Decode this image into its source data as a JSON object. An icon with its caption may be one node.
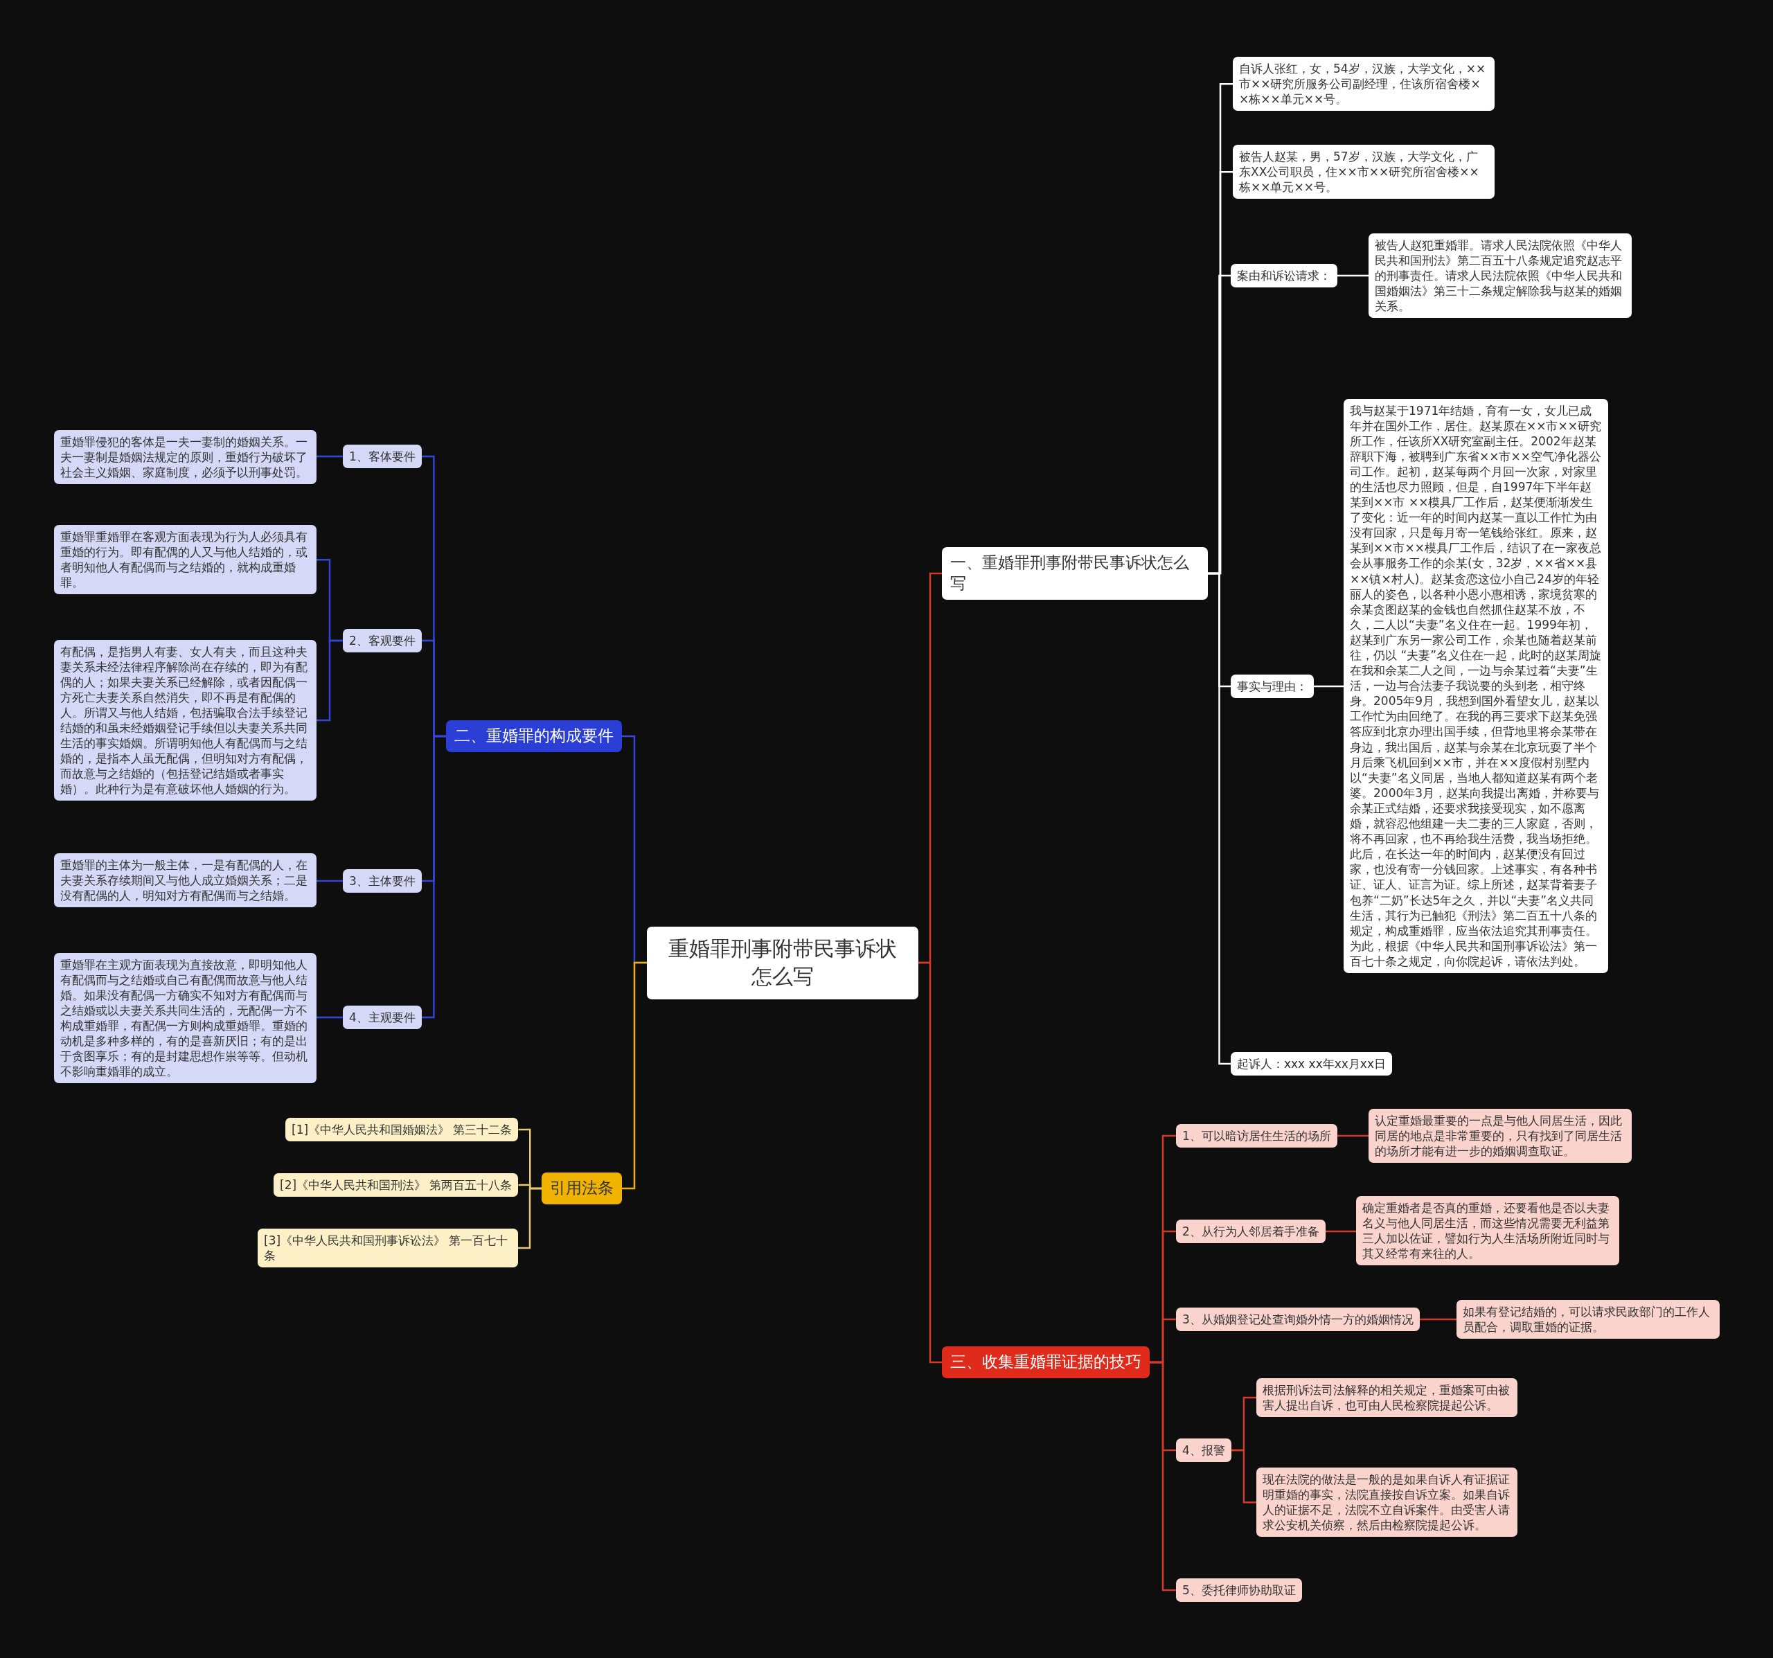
{
  "diagram": {
    "nodes": [
      {
        "text": [
          "重婚罪刑事附带民事诉状怎么写"
        ]
      },
      {
        "text": [
          "一、重婚罪刑事附带民事诉状怎么写"
        ]
      },
      {
        "text": [
          "自诉人张红，女，54岁，汉族，大学文化，××市××研究所服务公司副经理，住该所宿舍楼××栋××单元××号。"
        ]
      },
      {
        "text": [
          "被告人赵某，男，57岁，汉族，大学文化，广东XX公司职员，住××市××研究所宿舍楼××栋××单元××号。"
        ]
      },
      {
        "text": [
          "案由和诉讼请求："
        ]
      },
      {
        "text": [
          "被告人赵犯重婚罪。请求人民法院依照《中华人民共和国刑法》第二百五十八条规定追究赵志平的刑事责任。请求人民法院依照《中华人民共和国婚姻法》第三十二条规定解除我与赵某的婚姻关系。"
        ]
      },
      {
        "text": [
          "事实与理由："
        ]
      },
      {
        "text": [
          "我与赵某于1971年结婚，育有一女，女儿已成年并在国外工作，居住。赵某原在××市××研究所工作，任该所XX研究室副主任。2002年赵某辞职下海，被聘到广东省××市××空气净化器公司工作。起初，赵某每两个月回一次家，对家里的生活也尽力照顾，但是，自1997年下半年赵某到××市 ××模具厂工作后，赵某便渐渐发生了变化：近一年的时间内赵某一直以工作忙为由没有回家，只是每月寄一笔钱给张红。原来，赵某到××市××模具厂工作后，结识了在一家夜总会从事服务工作的余某(女，32岁，××省××县××镇×村人)。赵某贪恋这位小自己24岁的年轻丽人的姿色，以各种小恩小惠相诱，家境贫寒的余某贪图赵某的金钱也自然抓住赵某不放，不久，二人以“夫妻”名义住在一起。1999年初，赵某到广东另一家公司工作，余某也随着赵某前往，仍以 “夫妻”名义住在一起，此时的赵某周旋在我和余某二人之间，一边与余某过着“夫妻”生活，一边与合法妻子我说要的头到老，相守终身。2005年9月，我想到国外看望女儿，赵某以工作忙为由回绝了。在我的再三要求下赵某免强答应到北京办理出国手续，但背地里将余某带在身边，我出国后，赵某与余某在北京玩耍了半个月后乘飞机回到××市，并在××度假村别墅内以“夫妻”名义同居，当地人都知道赵某有两个老婆。2000年3月，赵某向我提出离婚，并称要与余某正式结婚，还要求我接受现实，如不愿离婚，就容忍他组建一夫二妻的三人家庭，否则，将不再回家，也不再给我生活费，我当场拒绝。此后，在长达一年的时间内，赵某便没有回过家，也没有寄一分钱回家。上述事实，有各种书证、证人、证言为证。综上所述，赵某背着妻子包养“二奶”长达5年之久，并以“夫妻”名义共同生活，其行为已触犯《刑法》第二百五十八条的规定，构成重婚罪，应当依法追究其刑事责任。为此，根据《中华人民共和国刑事诉讼法》第一百七十条之规定，向你院起诉，请依法判处。"
        ]
      },
      {
        "text": [
          "起诉人：xxx xx年xx月xx日"
        ]
      },
      {
        "text": [
          "二、重婚罪的构成要件"
        ]
      },
      {
        "text": [
          "1、客体要件"
        ]
      },
      {
        "text": [
          "重婚罪侵犯的客体是一夫一妻制的婚姻关系。一夫一妻制是婚姻法规定的原则，重婚行为破坏了社会主义婚姻、家庭制度，必须予以刑事处罚。"
        ]
      },
      {
        "text": [
          "2、客观要件"
        ]
      },
      {
        "text": [
          "重婚罪重婚罪在客观方面表现为行为人必须具有重婚的行为。即有配偶的人又与他人结婚的，或者明知他人有配偶而与之结婚的，就构成重婚罪。"
        ]
      },
      {
        "text": [
          "有配偶，是指男人有妻、女人有夫，而且这种夫妻关系未经法律程序解除尚在存续的，即为有配偶的人；如果夫妻关系已经解除，或者因配偶一方死亡夫妻关系自然消失，即不再是有配偶的人。所谓又与他人结婚，包括骗取合法手续登记结婚的和虽未经婚姻登记手续但以夫妻关系共同生活的事实婚姻。所谓明知他人有配偶而与之结婚的，是指本人虽无配偶，但明知对方有配偶，而故意与之结婚的（包括登记结婚或者事实婚）。此种行为是有意破坏他人婚姻的行为。"
        ]
      },
      {
        "text": [
          "3、主体要件"
        ]
      },
      {
        "text": [
          "重婚罪的主体为一般主体，一是有配偶的人，在夫妻关系存续期间又与他人成立婚姻关系；二是没有配偶的人，明知对方有配偶而与之结婚。"
        ]
      },
      {
        "text": [
          "4、主观要件"
        ]
      },
      {
        "text": [
          "重婚罪在主观方面表现为直接故意，即明知他人有配偶而与之结婚或自己有配偶而故意与他人结婚。如果没有配偶一方确实不知对方有配偶而与之结婚或以夫妻关系共同生活的，无配偶一方不构成重婚罪，有配偶一方则构成重婚罪。重婚的动机是多种多样的，有的是喜新厌旧；有的是出于贪图享乐；有的是封建思想作祟等等。但动机不影响重婚罪的成立。"
        ]
      },
      {
        "text": [
          "引用法条"
        ]
      },
      {
        "text": [
          "[1]《中华人民共和国婚姻法》 第三十二条"
        ]
      },
      {
        "text": [
          "[2]《中华人民共和国刑法》 第两百五十八条"
        ]
      },
      {
        "text": [
          "[3]《中华人民共和国刑事诉讼法》 第一百七十条"
        ]
      },
      {
        "text": [
          "三、收集重婚罪证据的技巧"
        ]
      },
      {
        "text": [
          "1、可以暗访居住生活的场所"
        ]
      },
      {
        "text": [
          "认定重婚最重要的一点是与他人同居生活，因此同居的地点是非常重要的，只有找到了同居生活的场所才能有进一步的婚姻调查取证。"
        ]
      },
      {
        "text": [
          "2、从行为人邻居着手准备"
        ]
      },
      {
        "text": [
          "确定重婚者是否真的重婚，还要看他是否以夫妻名义与他人同居生活，而这些情况需要无利益第三人加以佐证，譬如行为人生活场所附近同时与其又经常有来往的人。"
        ]
      },
      {
        "text": [
          "3、从婚姻登记处查询婚外情一方的婚姻情况"
        ]
      },
      {
        "text": [
          "如果有登记结婚的，可以请求民政部门的工作人员配合，调取重婚的证据。"
        ]
      },
      {
        "text": [
          "4、报警"
        ]
      },
      {
        "text": [
          "根据刑诉法司法解释的相关规定，重婚案可由被害人提出自诉，也可由人民检察院提起公诉。"
        ]
      },
      {
        "text": [
          "现在法院的做法是一般的是如果自诉人有证据证明重婚的事实，法院直接按自诉立案。如果自诉人的证据不足，法院不立自诉案件。由受害人请求公安机关侦察，然后由检察院提起公诉。"
        ]
      },
      {
        "text": [
          "5、委托律师协助取证"
        ]
      }
    ],
    "edges": [
      {
        "from": 0,
        "to": 1,
        "arrow": "none"
      },
      {
        "from": 1,
        "to": 2,
        "arrow": "none",
        "color": "#ffffff"
      },
      {
        "from": 1,
        "to": 3,
        "arrow": "none",
        "color": "#ffffff"
      },
      {
        "from": 1,
        "to": 4,
        "arrow": "none",
        "color": "#ffffff"
      },
      {
        "from": 4,
        "to": 5,
        "arrow": "none",
        "color": "#ffffff"
      },
      {
        "from": 1,
        "to": 6,
        "arrow": "none",
        "color": "#ffffff"
      },
      {
        "from": 6,
        "to": 7,
        "arrow": "none",
        "color": "#ffffff"
      },
      {
        "from": 1,
        "to": 8,
        "arrow": "none",
        "color": "#ffffff"
      },
      {
        "from": 0,
        "to": 9,
        "arrow": "none",
        "color": "#3446d6"
      },
      {
        "from": 9,
        "to": 10,
        "arrow": "none",
        "color": "#3446d6"
      },
      {
        "from": 10,
        "to": 11,
        "arrow": "none",
        "color": "#3446d6"
      },
      {
        "from": 9,
        "to": 12,
        "arrow": "none",
        "color": "#3446d6"
      },
      {
        "from": 12,
        "to": 13,
        "arrow": "none",
        "color": "#3446d6"
      },
      {
        "from": 12,
        "to": 14,
        "arrow": "none",
        "color": "#3446d6"
      },
      {
        "from": 9,
        "to": 15,
        "arrow": "none",
        "color": "#3446d6"
      },
      {
        "from": 15,
        "to": 16,
        "arrow": "none",
        "color": "#3446d6"
      },
      {
        "from": 9,
        "to": 17,
        "arrow": "none",
        "color": "#3446d6"
      },
      {
        "from": 17,
        "to": 18,
        "arrow": "none",
        "color": "#3446d6"
      },
      {
        "from": 0,
        "to": 19,
        "arrow": "none",
        "color": "#f0b400"
      },
      {
        "from": 19,
        "to": 20,
        "arrow": "none",
        "color": "#e6c877"
      },
      {
        "from": 19,
        "to": 21,
        "arrow": "none",
        "color": "#e6c877"
      },
      {
        "from": 19,
        "to": 22,
        "arrow": "none",
        "color": "#e6c877"
      },
      {
        "from": 0,
        "to": 23,
        "arrow": "none"
      },
      {
        "from": 23,
        "to": 24,
        "arrow": "none"
      },
      {
        "from": 24,
        "to": 25,
        "arrow": "none"
      },
      {
        "from": 23,
        "to": 26,
        "arrow": "none"
      },
      {
        "from": 26,
        "to": 27,
        "arrow": "none"
      },
      {
        "from": 23,
        "to": 28,
        "arrow": "none"
      },
      {
        "from": 28,
        "to": 29,
        "arrow": "none"
      },
      {
        "from": 23,
        "to": 30,
        "arrow": "none"
      },
      {
        "from": 30,
        "to": 31,
        "arrow": "none"
      },
      {
        "from": 30,
        "to": 32,
        "arrow": "none"
      },
      {
        "from": 23,
        "to": 33,
        "arrow": "none"
      }
    ]
  }
}
